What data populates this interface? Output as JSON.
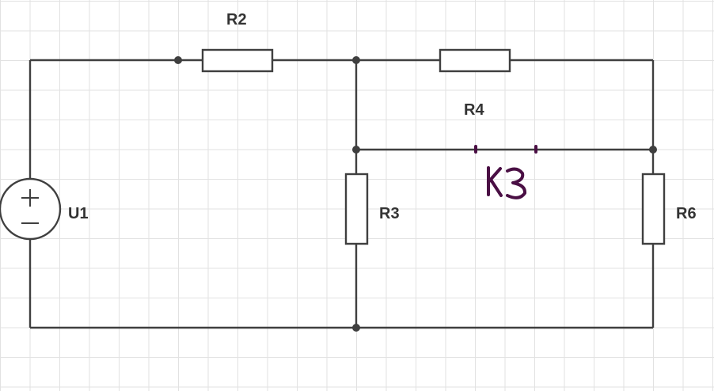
{
  "diagram": {
    "grid_visible": true,
    "colors": {
      "wire": "#3f3f3f",
      "grid": "#e2e2e2",
      "annotation": "#4a0f44",
      "label": "#333333"
    },
    "labels": {
      "r2": "R2",
      "r4": "R4",
      "r3": "R3",
      "r6": "R6",
      "u1": "U1"
    },
    "components": [
      {
        "id": "U1",
        "type": "voltage-source"
      },
      {
        "id": "R2",
        "type": "resistor"
      },
      {
        "id": "R3",
        "type": "resistor"
      },
      {
        "id": "R4",
        "type": "resistor"
      },
      {
        "id": "R6",
        "type": "resistor"
      }
    ],
    "handwritten_annotation": "K3"
  }
}
